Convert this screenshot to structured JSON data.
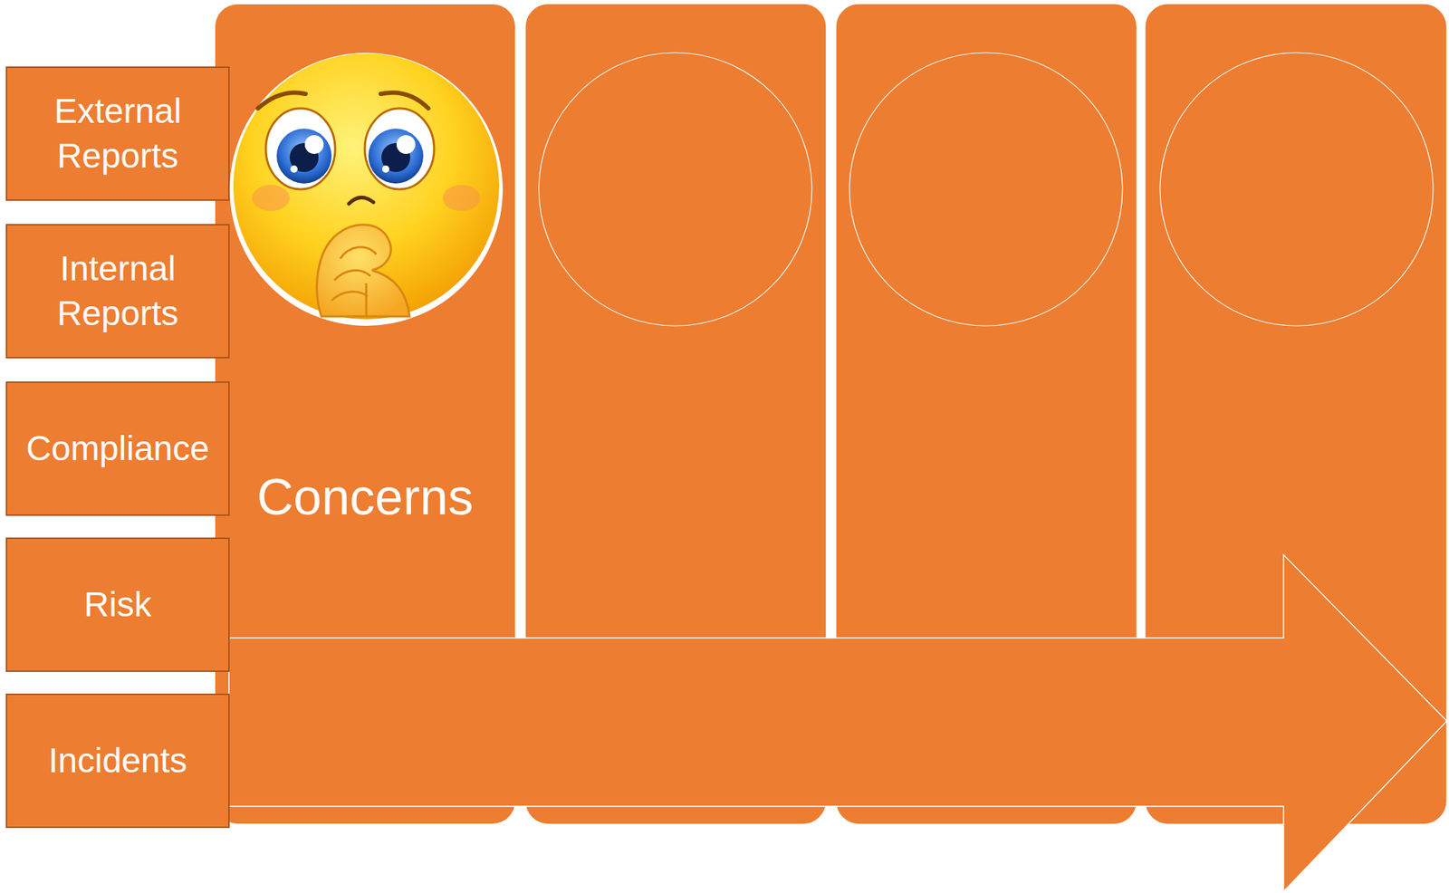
{
  "diagram": {
    "nodes": [
      {
        "text": [
          "External Reports"
        ]
      },
      {
        "text": [
          "Internal Reports"
        ]
      },
      {
        "text": [
          "Compliance"
        ]
      },
      {
        "text": [
          "Risk"
        ]
      },
      {
        "text": [
          "Incidents"
        ]
      },
      {
        "text": [
          "Concerns"
        ]
      }
    ]
  }
}
